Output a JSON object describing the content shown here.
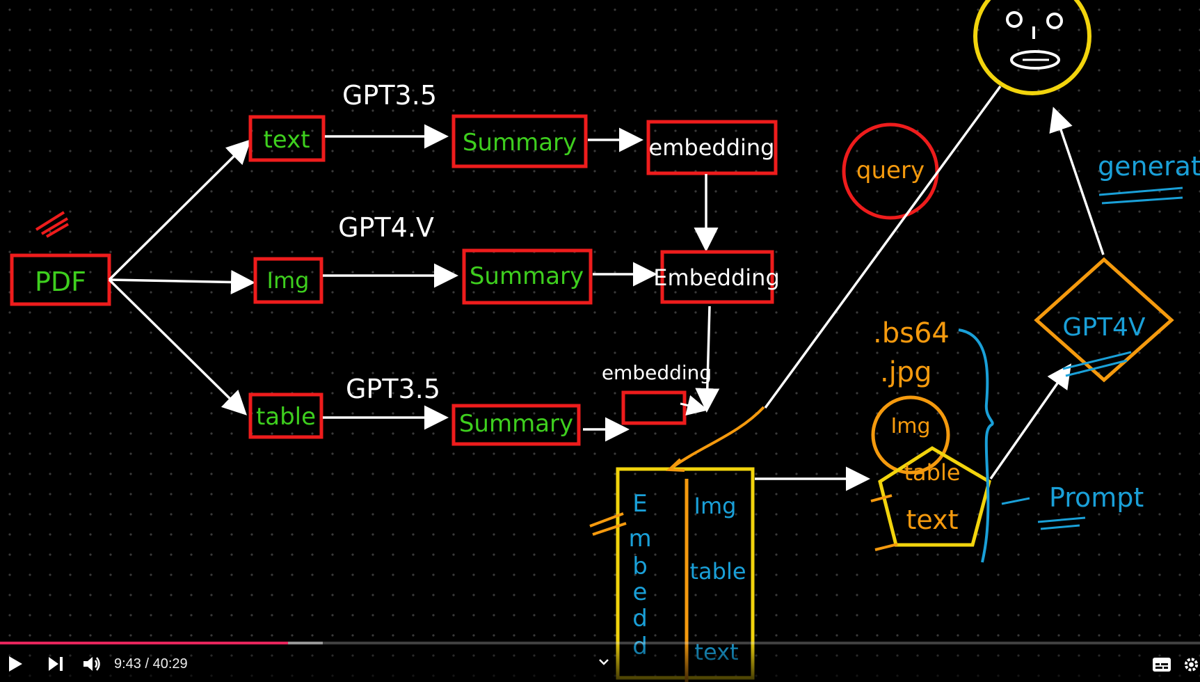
{
  "colors": {
    "background": "#000000",
    "dots": "#3a3a3a",
    "box_red": "#ee1c1c",
    "text_green": "#3ecf1e",
    "ink_white": "#ffffff",
    "ink_orange": "#f59a0e",
    "ink_yellow": "#f2d40d",
    "ink_blue": "#1aa0d8",
    "progress_red": "#e6255c"
  },
  "diagram": {
    "pdf": "PDF",
    "rows": [
      {
        "input": "text",
        "model": "GPT3.5",
        "summary": "Summary",
        "embedding": "embedding"
      },
      {
        "input": "Img",
        "model": "GPT4.V",
        "summary": "Summary",
        "embedding": "Embedding"
      },
      {
        "input": "table",
        "model": "GPT3.5",
        "summary": "Summary",
        "embedding": "embedding"
      }
    ],
    "query": "query",
    "store_left_letters": [
      "E",
      "m",
      "b",
      "e",
      "d",
      "d"
    ],
    "store_right_items": [
      "Img",
      "table",
      "text"
    ],
    "file_types": [
      ".bs64",
      ".jpg"
    ],
    "pentagon_img": "Img",
    "pentagon_items": [
      "table",
      "text"
    ],
    "prompt": "Prompt",
    "gpt4v": "GPT4V",
    "generating": "generating"
  },
  "player": {
    "current_time": "9:43",
    "duration": "40:29",
    "time_display": "9:43 / 40:29",
    "progress_fraction": 0.24,
    "buffered_fraction": 0.269
  },
  "icons": {
    "play": "play-icon",
    "next": "skip-next-icon",
    "volume": "volume-icon",
    "chevron": "chevron-down-icon",
    "subtitles": "subtitles-icon",
    "settings": "gear-icon"
  }
}
